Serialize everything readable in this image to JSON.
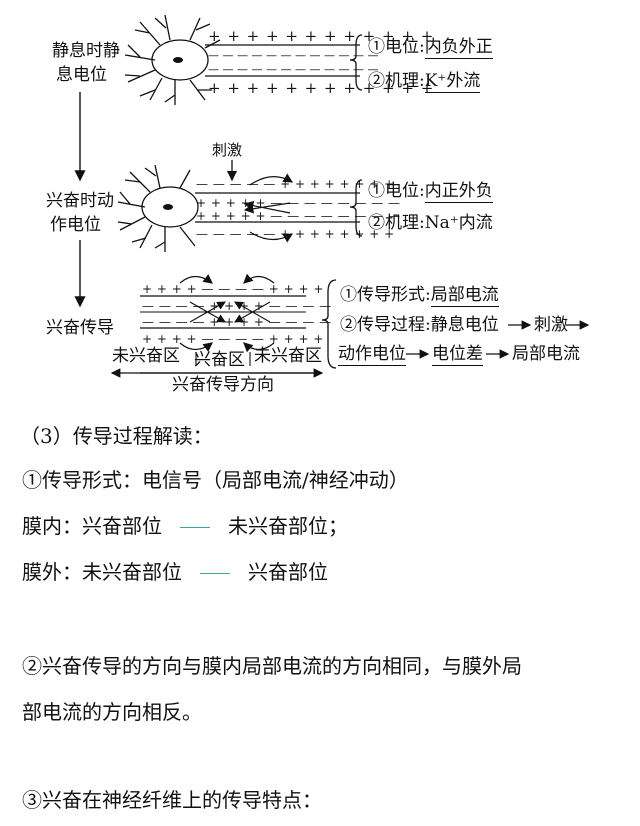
{
  "diagram": {
    "resting": {
      "label_line1": "静息时静",
      "label_line2": "息电位",
      "outer_top": "+ + + + + + + + + + + +",
      "inner_top": "— — — — — — — — — — — —",
      "inner_bottom": "— — — — — — — — — — — —",
      "outer_bottom": "+ + + + + + + + + + + +",
      "note1_prefix": "①电位:",
      "note1_value": "内负外正",
      "note2_prefix": "②机理:",
      "note2_value": "K⁺外流"
    },
    "action": {
      "label_line1": "兴奋时动",
      "label_line2": "作电位",
      "stimulus": "刺激",
      "outer_top": "— — — — — + + + + + + + +",
      "inner_top": "+ + + + + — — — — — — — —",
      "inner_bottom": "+ + + + + — — — — — — — —",
      "outer_bottom": "— — — — — + + + + + + + +",
      "note1_prefix": "①电位:",
      "note1_value": "内正外负",
      "note2_prefix": "②机理:",
      "note2_value": "Na⁺内流"
    },
    "conduction": {
      "label": "兴奋传导",
      "row1": "+ + + + — — — — + + + +",
      "row2": "— — — — + + + + — — — —",
      "row3": "— — — — + + + + — — — —",
      "row4": "+ + + + — — — — + + + +",
      "zone_left": "未兴奋区",
      "zone_mid": "兴奋区",
      "zone_right": "未兴奋区",
      "direction": "兴奋传导方向",
      "note1_prefix": "①传导形式:",
      "note1_value": "局部电流",
      "note2_prefix": "②传导过程:",
      "note2_step1": "静息电位",
      "note2_step2": "刺激",
      "note3_step1": "动作电位",
      "note3_step2": "电位差",
      "note3_step3": "局部电流"
    }
  },
  "text": {
    "heading": "（3）传导过程解读：",
    "line1": "①传导形式：电信号（局部电流/神经冲动）",
    "line2_left": "膜内：兴奋部位",
    "line2_right": "未兴奋部位；",
    "line3_left": "膜外：未兴奋部位",
    "line3_right": "兴奋部位",
    "para2_line1": "②兴奋传导的方向与膜内局部电流的方向相同，与膜外局",
    "para2_line2": "部电流的方向相反。",
    "para3": "③兴奋在神经纤维上的传导特点："
  }
}
